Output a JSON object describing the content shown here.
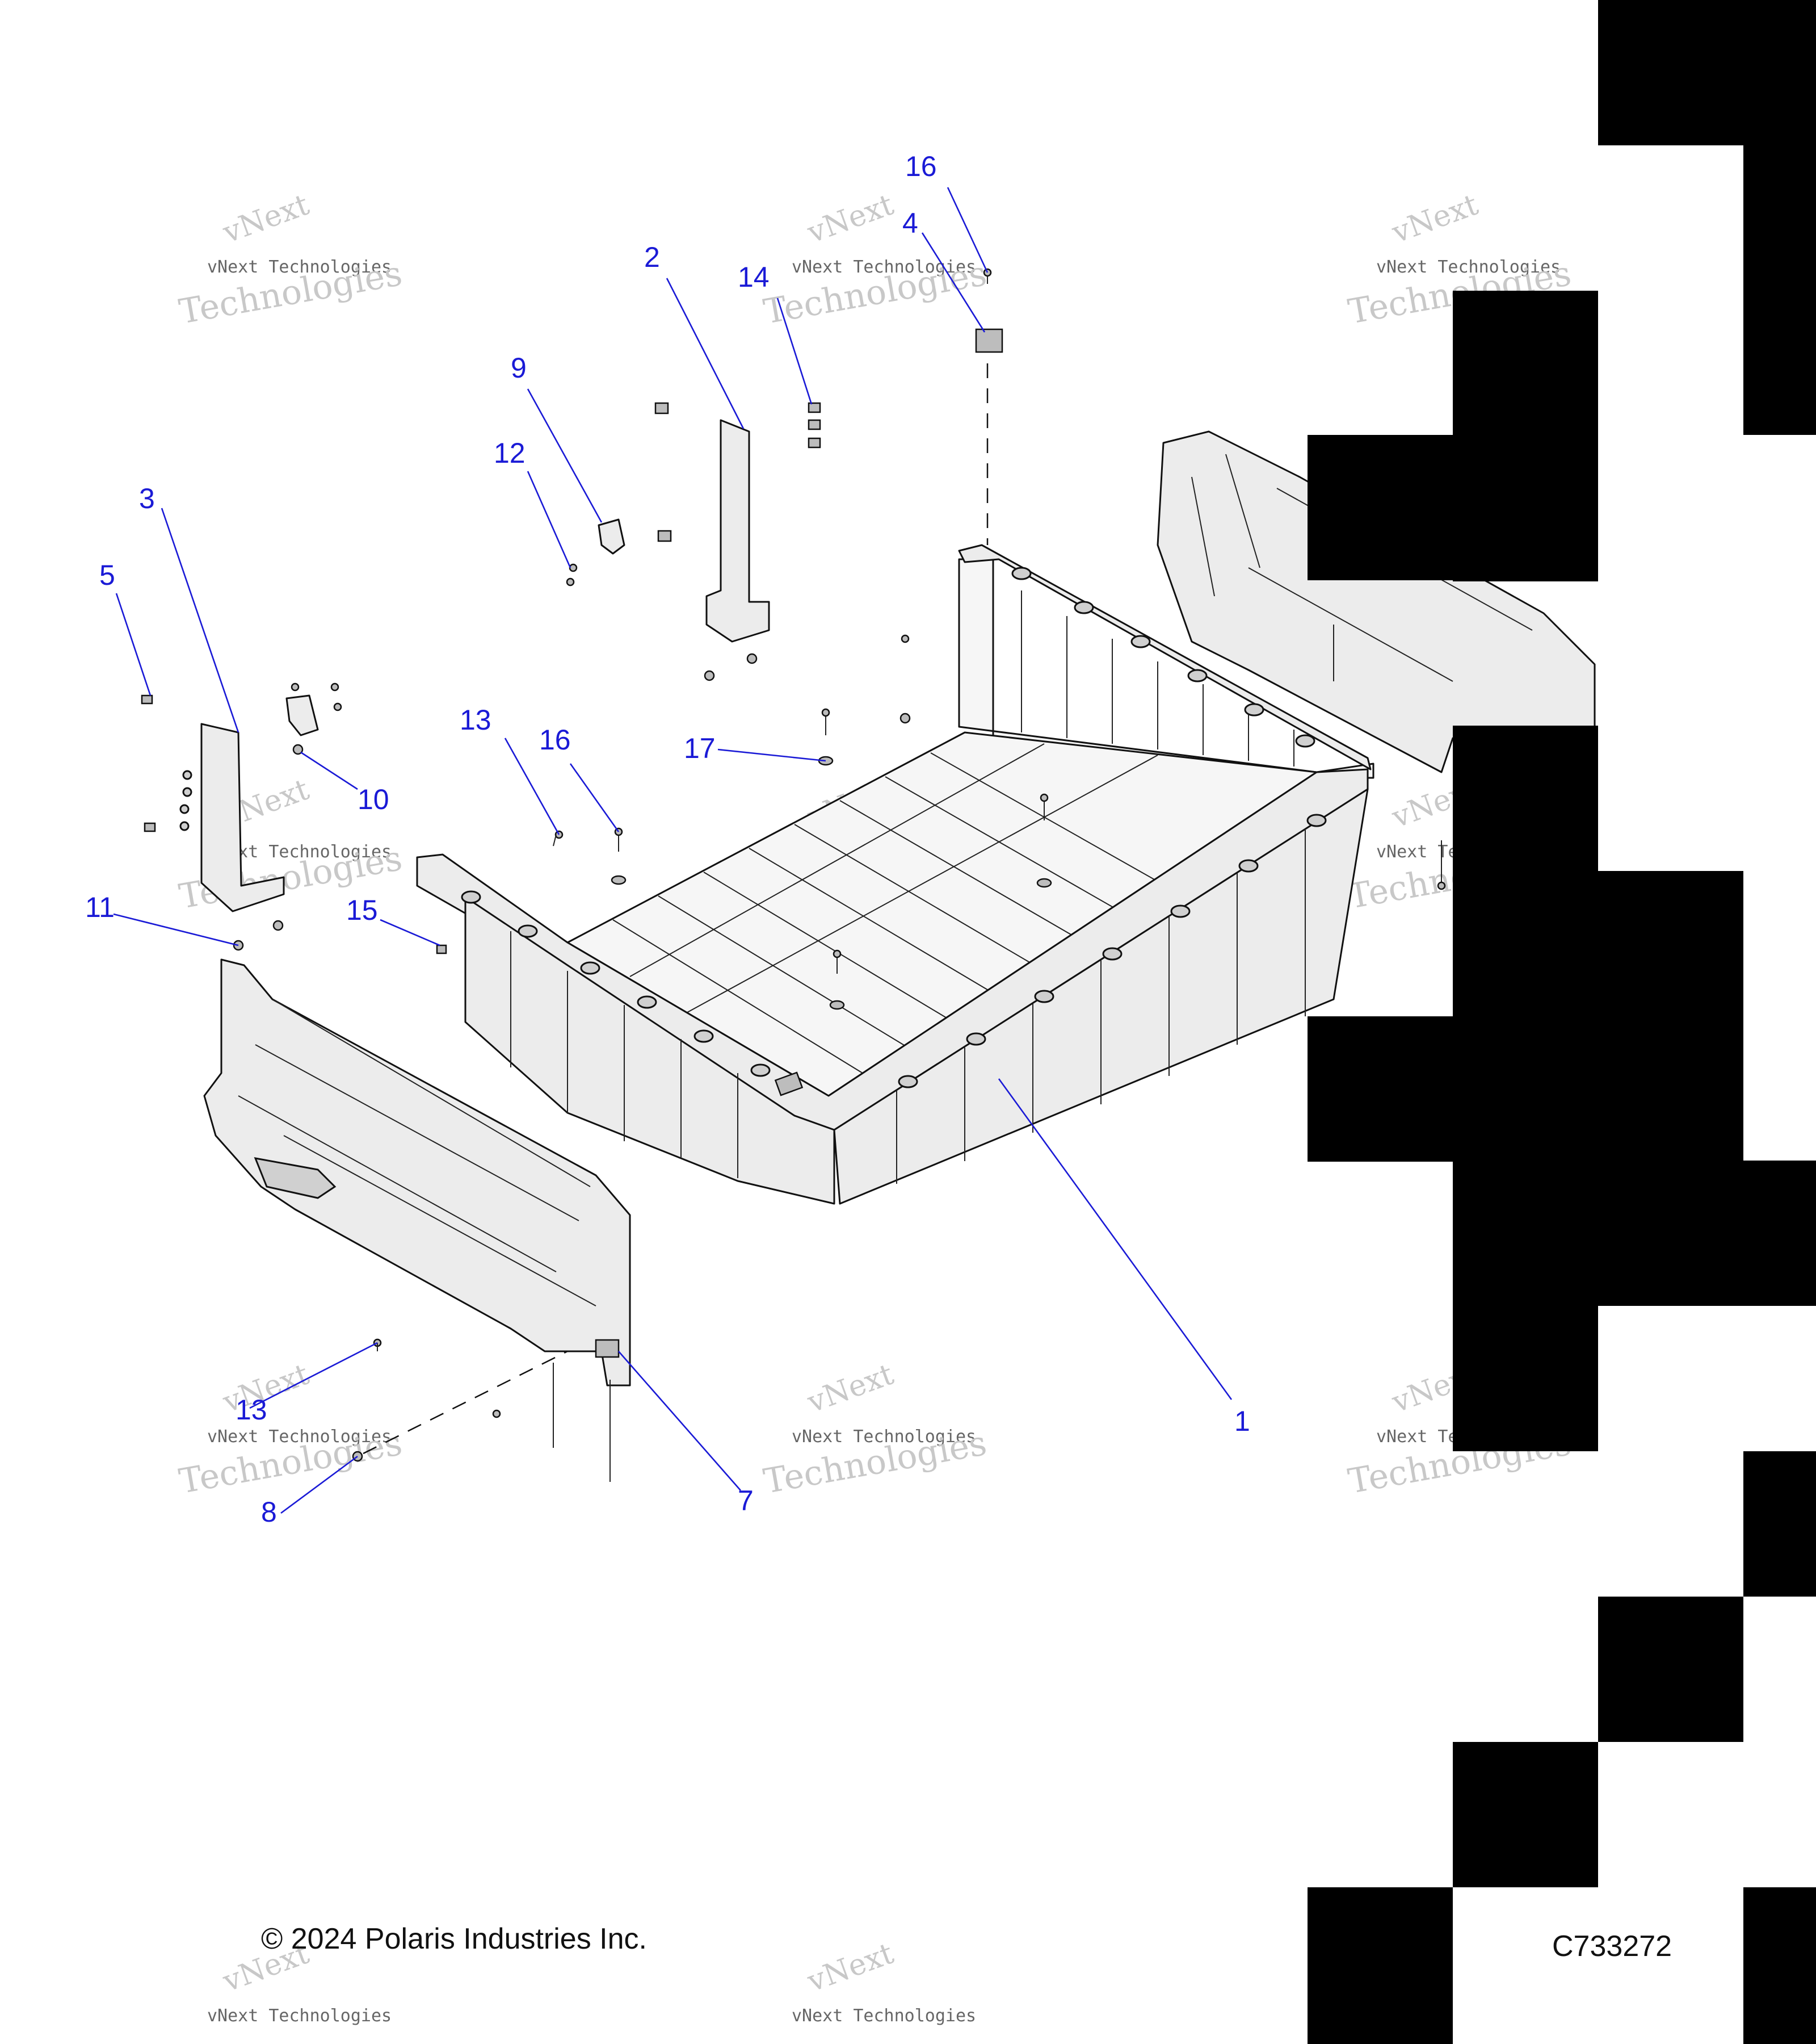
{
  "copyright": "© 2024 Polaris Industries Inc.",
  "diagram_code": "C733272",
  "watermark": {
    "line1": "vNext",
    "line2": "vNext Technologies",
    "line3": "Technologies"
  },
  "callouts": [
    {
      "id": "c1",
      "label": "1"
    },
    {
      "id": "c2",
      "label": "2"
    },
    {
      "id": "c3",
      "label": "3"
    },
    {
      "id": "c4",
      "label": "4"
    },
    {
      "id": "c5",
      "label": "5"
    },
    {
      "id": "c7",
      "label": "7"
    },
    {
      "id": "c8",
      "label": "8"
    },
    {
      "id": "c9",
      "label": "9"
    },
    {
      "id": "c10",
      "label": "10"
    },
    {
      "id": "c11",
      "label": "11"
    },
    {
      "id": "c12",
      "label": "12"
    },
    {
      "id": "c13a",
      "label": "13"
    },
    {
      "id": "c13b",
      "label": "13"
    },
    {
      "id": "c14",
      "label": "14"
    },
    {
      "id": "c15",
      "label": "15"
    },
    {
      "id": "c16a",
      "label": "16"
    },
    {
      "id": "c16b",
      "label": "16"
    },
    {
      "id": "c17",
      "label": "17"
    }
  ],
  "colors": {
    "callout": "#1a1ad6",
    "line": "#111111",
    "blocks": "#000000"
  }
}
